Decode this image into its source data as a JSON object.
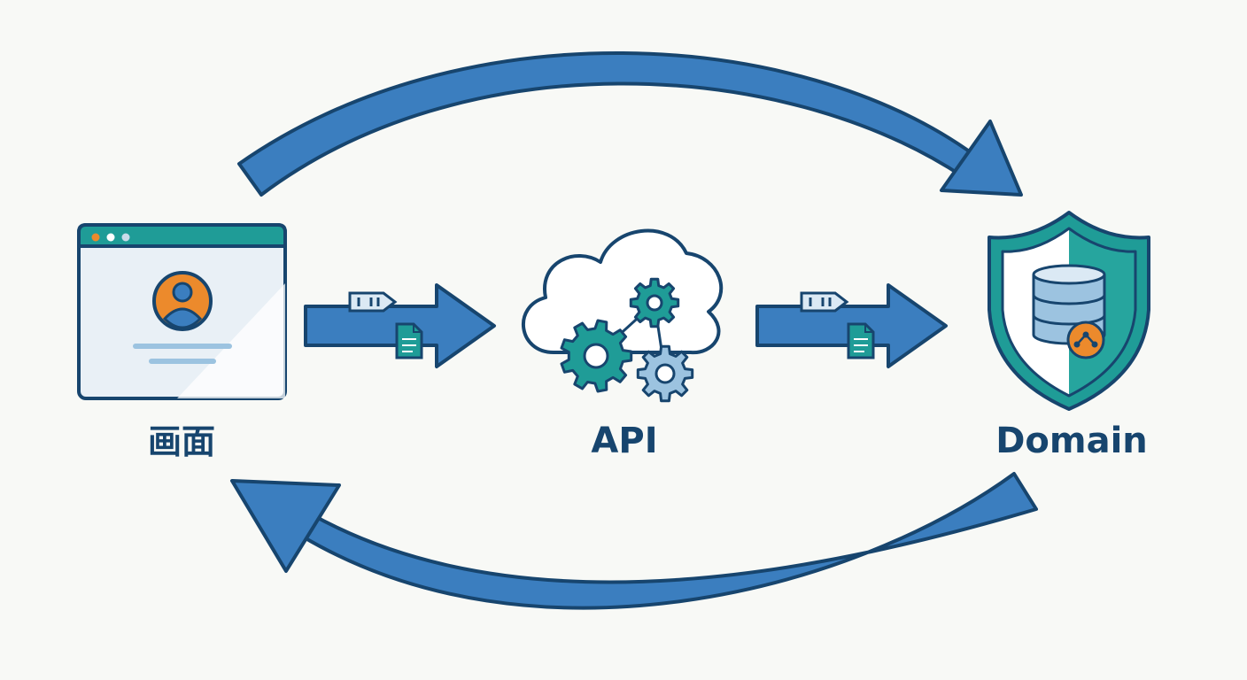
{
  "nodes": {
    "screen": {
      "label": "画面",
      "icon": "browser-window-icon"
    },
    "api": {
      "label": "API",
      "icon": "cloud-gears-icon"
    },
    "domain": {
      "label": "Domain",
      "icon": "shield-database-icon"
    }
  },
  "colors": {
    "navy": "#17456e",
    "arrow_blue": "#3b7ebf",
    "teal": "#1f9c97",
    "orange": "#ec8a2c",
    "light_blue": "#aecde6",
    "background": "#f8f9f6"
  }
}
